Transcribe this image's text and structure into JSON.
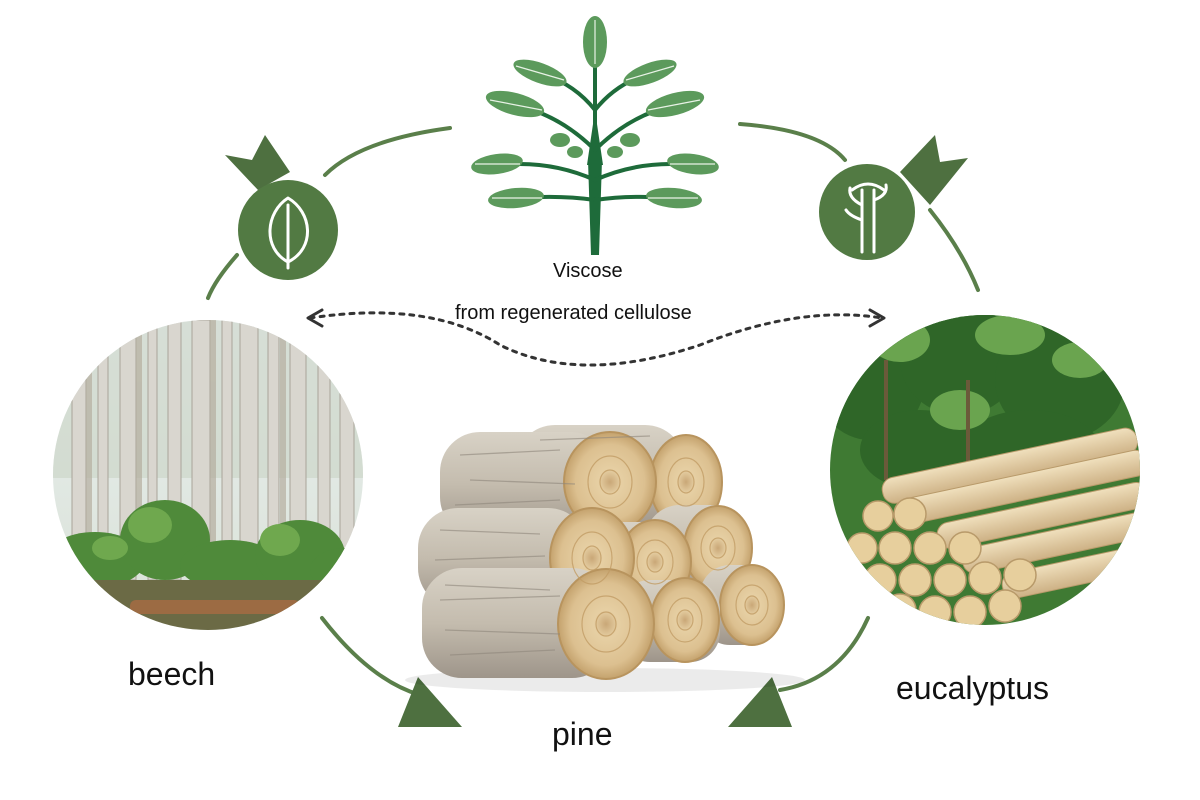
{
  "center": {
    "title": "Viscose",
    "subtitle": "from regenerated cellulose",
    "icon": "tree-icon"
  },
  "sources": [
    {
      "name": "beech",
      "image": "beech-forest-photo"
    },
    {
      "name": "pine",
      "image": "stacked-logs-photo"
    },
    {
      "name": "eucalyptus",
      "image": "eucalyptus-plantation-photo"
    }
  ],
  "badges": [
    {
      "icon": "leaf-icon"
    },
    {
      "icon": "tree-trunk-icon"
    }
  ],
  "colors": {
    "accent": "#5a7f4a",
    "accent_dark": "#4e7040",
    "tree": "#1e6b3a",
    "dotted": "#333333"
  }
}
